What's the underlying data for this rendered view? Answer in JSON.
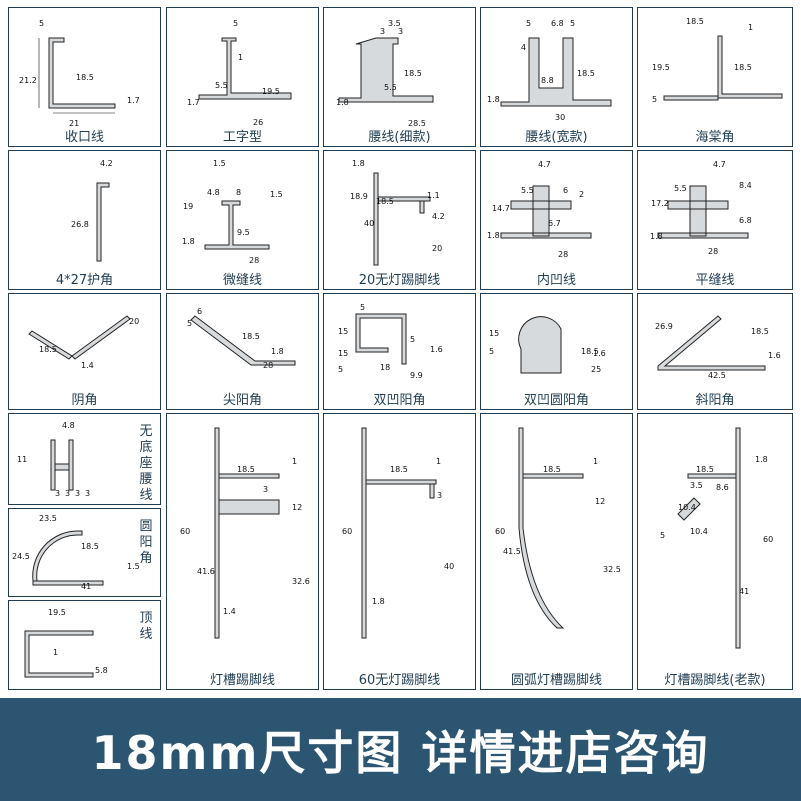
{
  "cells": [
    {
      "id": "shoukouxian",
      "label": "收口线",
      "dims": [
        "5",
        "21.2",
        "18.5",
        "21",
        "1.7"
      ]
    },
    {
      "id": "gongzixing",
      "label": "工字型",
      "dims": [
        "5",
        "1",
        "5.5",
        "19.5",
        "1.7",
        "26"
      ]
    },
    {
      "id": "yaoxian-xikuan",
      "label": "腰线(细款)",
      "dims": [
        "3.5",
        "3",
        "3",
        "18.5",
        "5.5",
        "1.8",
        "28.5"
      ]
    },
    {
      "id": "yaoxian-kuankuan",
      "label": "腰线(宽款)",
      "dims": [
        "5",
        "6.8",
        "5",
        "4",
        "18.5",
        "8.8",
        "1.8",
        "30"
      ]
    },
    {
      "id": "haitangjiao",
      "label": "海棠角",
      "dims": [
        "18.5",
        "1",
        "19.5",
        "18.5",
        "5"
      ]
    },
    {
      "id": "hujiao",
      "label": "4*27护角",
      "dims": [
        "4.2",
        "26.8"
      ]
    },
    {
      "id": "weifengxian",
      "label": "微缝线",
      "dims": [
        "1.5",
        "19",
        "4.8",
        "8",
        "1.5",
        "9.5",
        "1.8",
        "28"
      ]
    },
    {
      "id": "wudeng20",
      "label": "20无灯踢脚线",
      "dims": [
        "1.8",
        "18.9",
        "18.5",
        "1.1",
        "40",
        "4.2",
        "20"
      ]
    },
    {
      "id": "neiaoxian",
      "label": "内凹线",
      "dims": [
        "4.7",
        "5.5",
        "6",
        "2",
        "14.7",
        "6.7",
        "1.8",
        "28"
      ]
    },
    {
      "id": "pingfengxian",
      "label": "平缝线",
      "dims": [
        "4.7",
        "5.5",
        "8.4",
        "17.2",
        "6.8",
        "1.8",
        "28"
      ]
    },
    {
      "id": "yinjiao",
      "label": "阴角",
      "dims": [
        "20",
        "18.5",
        "1.4"
      ]
    },
    {
      "id": "jianyangjiao",
      "label": "尖阳角",
      "dims": [
        "6",
        "5",
        "18.5",
        "1.8",
        "28"
      ]
    },
    {
      "id": "shuangaoyangjiao",
      "label": "双凹阳角",
      "dims": [
        "5",
        "15",
        "5",
        "15",
        "1.6",
        "18",
        "5",
        "9.9"
      ]
    },
    {
      "id": "shuangaoyuanyangjiao",
      "label": "双凹圆阳角",
      "dims": [
        "15",
        "5",
        "18.5",
        "1.6",
        "25"
      ]
    },
    {
      "id": "xieyangjiao",
      "label": "斜阳角",
      "dims": [
        "26.9",
        "18.5",
        "1.6",
        "42.5"
      ]
    },
    {
      "id": "wudizuo",
      "label": "无底座腰线",
      "dims": [
        "4.8",
        "11",
        "3",
        "3",
        "3",
        "3"
      ]
    },
    {
      "id": "yuanyangjiao",
      "label": "圆阳角",
      "dims": [
        "23.5",
        "24.5",
        "18.5",
        "1.5",
        "41"
      ]
    },
    {
      "id": "dingxian",
      "label": "顶线",
      "dims": [
        "19.5",
        "1",
        "5.8"
      ]
    },
    {
      "id": "dengcao",
      "label": "灯槽踢脚线",
      "dims": [
        "18.5",
        "1",
        "3",
        "12",
        "60",
        "41.6",
        "32.6",
        "1.4"
      ]
    },
    {
      "id": "wudeng60",
      "label": "60无灯踢脚线",
      "dims": [
        "18.5",
        "1",
        "3",
        "60",
        "40",
        "1.8"
      ]
    },
    {
      "id": "yuanhu",
      "label": "圆弧灯槽踢脚线",
      "dims": [
        "18.5",
        "1",
        "12",
        "60",
        "41.5",
        "32.5"
      ]
    },
    {
      "id": "dengcao-laokuan",
      "label": "灯槽踢脚线(老款)",
      "dims": [
        "18.5",
        "1.8",
        "3.5",
        "8.6",
        "10.4",
        "10.4",
        "5",
        "60",
        "41"
      ]
    }
  ],
  "banner": "18mm尺寸图  详情进店咨询"
}
